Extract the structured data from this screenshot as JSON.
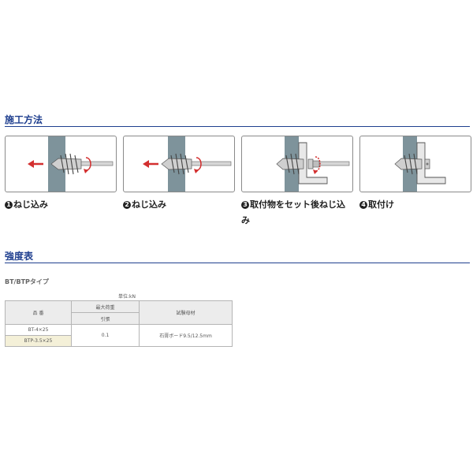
{
  "sections": {
    "method_title": "施工方法",
    "strength_title": "強度表"
  },
  "steps": [
    {
      "num": "1",
      "label": "ねじ込み"
    },
    {
      "num": "2",
      "label": "ねじ込み"
    },
    {
      "num": "3",
      "label": "取付物をセット後ねじ込",
      "label_cont": "み"
    },
    {
      "num": "4",
      "label": "取付け"
    }
  ],
  "colors": {
    "accent": "#1f3f8f",
    "arrow": "#d32f2f",
    "wall": "#7e939b"
  },
  "table": {
    "subtitle": "BT/BTPタイプ",
    "unit": "単位:kN",
    "headers": {
      "product": "品 番",
      "max_load": "最大荷重",
      "pull": "引張",
      "material": "試験母材"
    },
    "rows": [
      {
        "product": "BT-4×25"
      },
      {
        "product": "BTP-3.5×25"
      }
    ],
    "shared": {
      "pull": "0.1",
      "material": "石膏ボード9.5/12.5mm"
    }
  }
}
